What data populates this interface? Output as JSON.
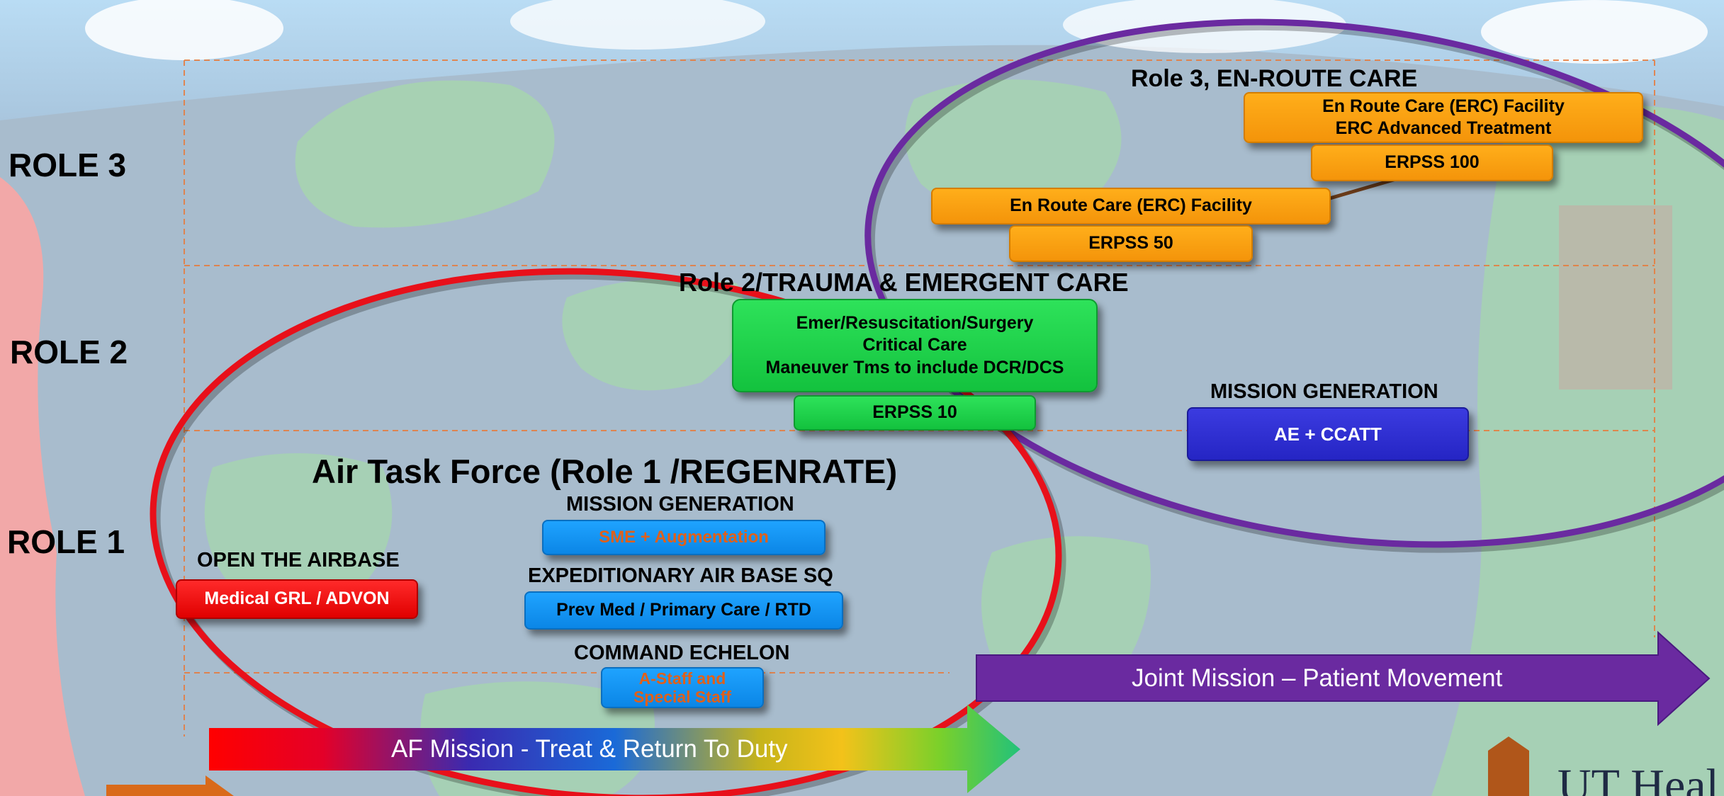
{
  "roles": {
    "role3": "ROLE 3",
    "role2": "ROLE 2",
    "role1": "ROLE 1"
  },
  "role3_section": {
    "title": "Role 3, EN-ROUTE CARE",
    "erc_adv_box": [
      "En Route Care (ERC) Facility",
      "ERC Advanced Treatment"
    ],
    "erpss100": "ERPSS 100",
    "erc_box": "En Route Care (ERC) Facility",
    "erpss50": "ERPSS 50"
  },
  "role2_section": {
    "title": "Role 2/TRAUMA & EMERGENT CARE",
    "green_box": [
      "Emer/Resuscitation/Surgery",
      "Critical Care",
      "Maneuver Tms to include DCR/DCS"
    ],
    "erpss10": "ERPSS 10",
    "mission_generation": "MISSION GENERATION",
    "ae_ccatt": "AE + CCATT"
  },
  "role1_section": {
    "title": "Air Task Force (Role 1 /REGENRATE)",
    "mission_generation": "MISSION GENERATION",
    "sme_box": "SME + Augmentation",
    "open_airbase": "OPEN THE AIRBASE",
    "medical_grl": "Medical GRL / ADVON",
    "expeditionary": "EXPEDITIONARY AIR BASE SQ",
    "prev_med": "Prev Med / Primary Care / RTD",
    "command_echelon": "COMMAND ECHELON",
    "a_staff": [
      "A-Staff and",
      "Special Staff"
    ]
  },
  "arrows": {
    "af_mission": "AF Mission - Treat & Return To Duty",
    "joint_mission": "Joint Mission – Patient Movement"
  },
  "logo": {
    "text": "UT Heal"
  },
  "colors": {
    "orange": "#f4940a",
    "green": "#13c23e",
    "blue": "#0b86e6",
    "red": "#e00000",
    "indigo": "#2525c4",
    "purple": "#6a2aa0",
    "orange_text": "#e0601a"
  }
}
